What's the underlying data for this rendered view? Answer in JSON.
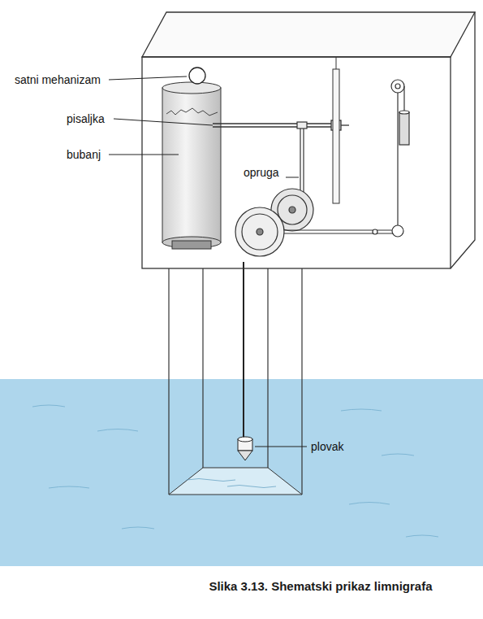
{
  "diagram": {
    "caption": "Slika 3.13. Shematski prikaz limnigrafa",
    "labels": [
      "satni mehanizam",
      "pisaljka",
      "bubanj",
      "opruga",
      "plovak"
    ]
  }
}
